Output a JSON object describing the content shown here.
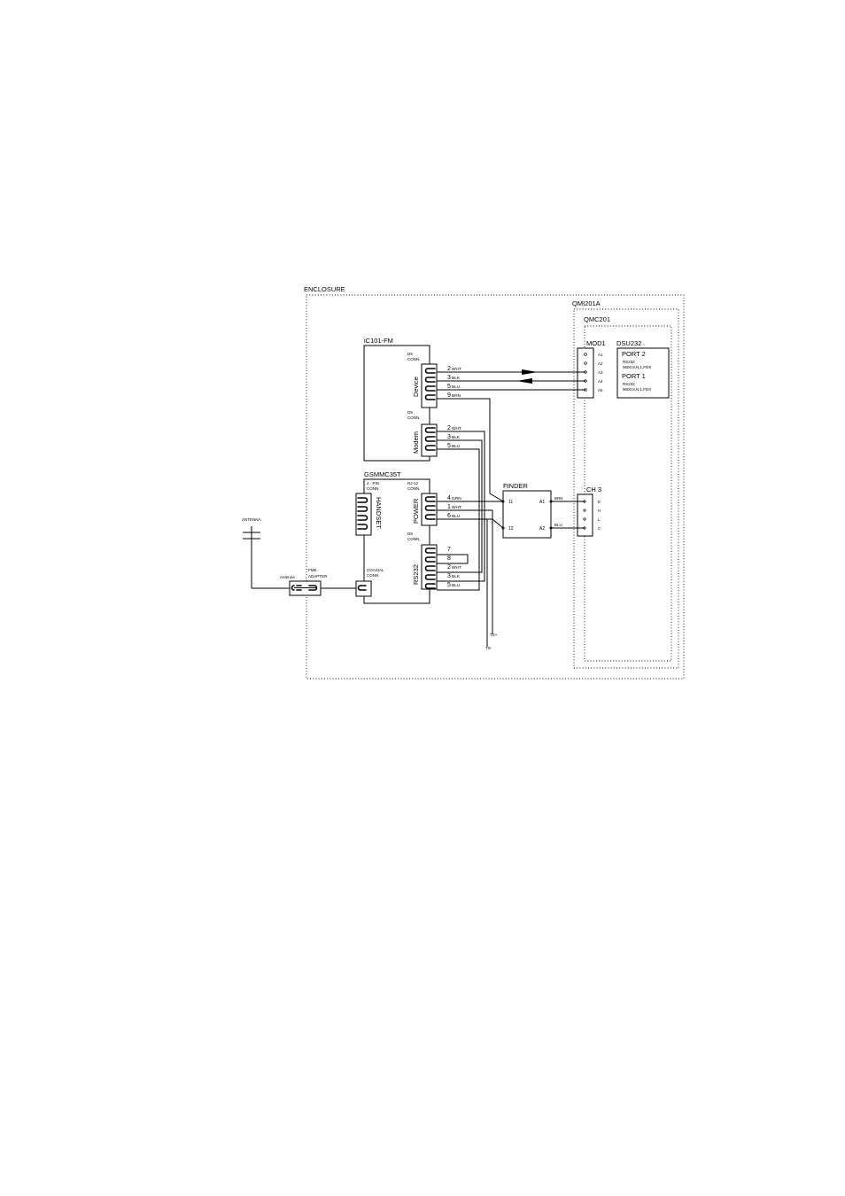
{
  "enclosure": {
    "label": "ENCLOSURE"
  },
  "qmi": {
    "label": "QMI201A"
  },
  "qmc": {
    "label": "QMC201"
  },
  "mod1": {
    "label": "MOD1",
    "pins": [
      "A1",
      "A2",
      "A3",
      "A4",
      "A5"
    ]
  },
  "dsu": {
    "label": "DSU232",
    "port2": {
      "label": "PORT 2",
      "proto": "RS232",
      "settings": "9600,8,N,1,FDX"
    },
    "port1": {
      "label": "PORT 1",
      "proto": "RS232",
      "settings": "9600,8,N,1,FDX"
    }
  },
  "ic101": {
    "label": "iC101-FM",
    "conn1": {
      "line1": "D9",
      "line2": "CONN."
    },
    "device_label": "Device",
    "conn2": {
      "line1": "D9",
      "line2": "CONN."
    },
    "modem_label": "Modem",
    "device_wires": [
      {
        "num": "2",
        "color": "WHT"
      },
      {
        "num": "3",
        "color": "BLK"
      },
      {
        "num": "5",
        "color": "BLU"
      },
      {
        "num": "9",
        "color": "BRN"
      }
    ],
    "modem_wires": [
      {
        "num": "2",
        "color": "WHT"
      },
      {
        "num": "3",
        "color": "BLK"
      },
      {
        "num": "5",
        "color": "BLU"
      }
    ]
  },
  "gsm": {
    "label": "GSMMC35T",
    "conn_4pin": {
      "line1": "4 - PIN",
      "line2": "CONN."
    },
    "conn_rj12": {
      "line1": "RJ-12",
      "line2": "CONN."
    },
    "handset_label": "HANDSET",
    "power_label": "POWER",
    "conn_d9": {
      "line1": "D9",
      "line2": "CONN."
    },
    "rs232_label": "RS232",
    "coax": {
      "line1": "COAXIAL",
      "line2": "CONN."
    },
    "power_wires": [
      {
        "num": "4",
        "color": "GRN"
      },
      {
        "num": "1",
        "color": "WHT"
      },
      {
        "num": "6",
        "color": "BLU"
      }
    ],
    "rs232_wires": [
      {
        "num": "7",
        "color": ""
      },
      {
        "num": "8",
        "color": ""
      },
      {
        "num": "2",
        "color": "WHT"
      },
      {
        "num": "3",
        "color": "BLK"
      },
      {
        "num": "5",
        "color": "BLU"
      }
    ]
  },
  "finder": {
    "label": "FINDER",
    "pin_11": "11",
    "pin_12": "12",
    "pin_a1": "A1",
    "pin_a2": "A2"
  },
  "finder_wires": {
    "top": "BRN",
    "bottom": "BLU"
  },
  "ch3": {
    "label": "CH 3",
    "pins": [
      "E",
      "H",
      "L",
      "C"
    ]
  },
  "antenna": {
    "label": "ANTENNA",
    "port_label": "Antenna"
  },
  "fme": {
    "line1": "FME",
    "line2": "ADAPTER"
  },
  "ts_plus": "TS+",
  "ts_minus": "TS-"
}
